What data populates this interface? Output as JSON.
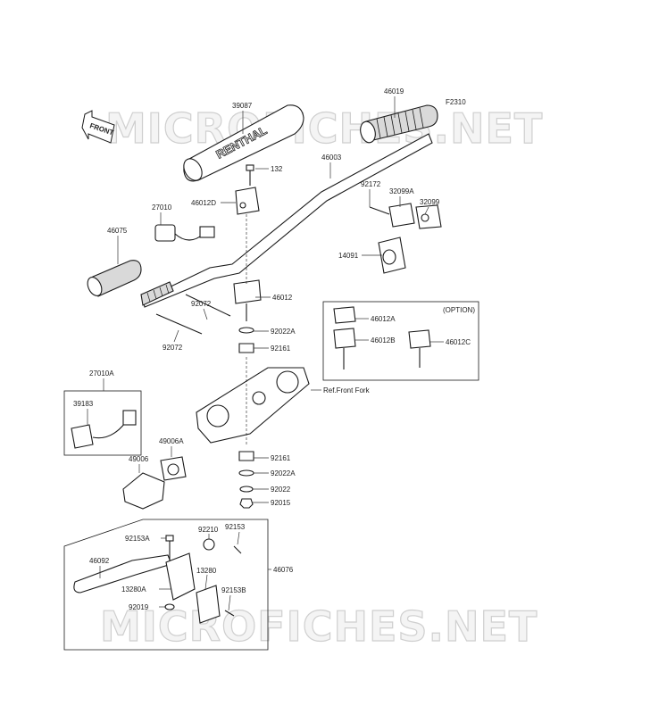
{
  "diagram_code": "F2310",
  "watermark": "MICROFICHES.NET",
  "front_marker": "FRONT",
  "pad_brand": "RENTHAL",
  "option_box_title": "(OPTION)",
  "reference_label": "Ref.Front Fork",
  "labels": {
    "l39087": "39087",
    "l46019": "46019",
    "l132": "132",
    "l46003": "46003",
    "l46012D": "46012D",
    "l27010": "27010",
    "l92172": "92172",
    "l32099A": "32099A",
    "l32099": "32099",
    "l46075": "46075",
    "l14091": "14091",
    "l46012": "46012",
    "l92072a": "92072",
    "l92072b": "92072",
    "l92022Aa": "92022A",
    "l92161a": "92161",
    "l46012A": "46012A",
    "l46012B": "46012B",
    "l46012C": "46012C",
    "l27010A": "27010A",
    "l39183": "39183",
    "l49006A": "49006A",
    "l49006": "49006",
    "l92161b": "92161",
    "l92022Ab": "92022A",
    "l92022": "92022",
    "l92015": "92015",
    "l92153A": "92153A",
    "l92210": "92210",
    "l92153": "92153",
    "l46092": "46092",
    "l46076": "46076",
    "l13280": "13280",
    "l13280A": "13280A",
    "l92153B": "92153B",
    "l92019": "92019"
  },
  "colors": {
    "line": "#1a1a1a",
    "part_fill": "#ffffff",
    "grip_fill": "#d9d9d9",
    "watermark": "#cfcfcf"
  }
}
